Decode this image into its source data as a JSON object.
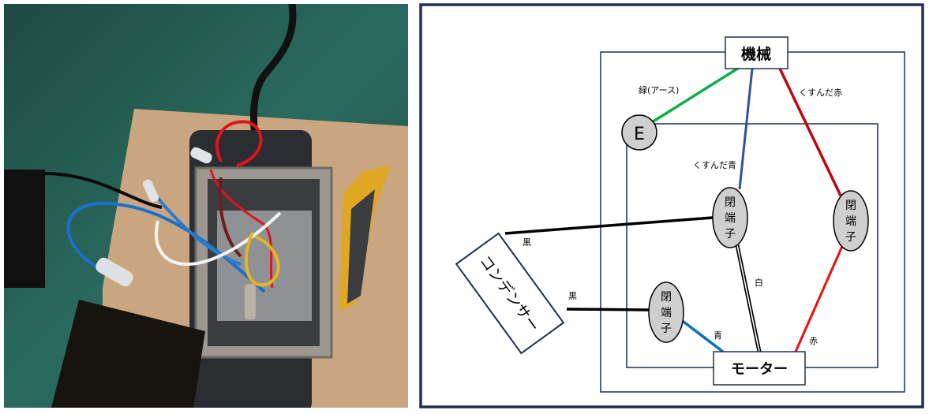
{
  "photo": {
    "description": "Opened motor terminal box with capacitor and wires (red, blue, white, brown, yellow-green, black)"
  },
  "diagram": {
    "machine_label": "機械",
    "motor_label": "モーター",
    "capacitor_label": "コンデンサー",
    "earth_label": "E",
    "terminal_label_chars": [
      "閉",
      "端",
      "子"
    ],
    "wires": {
      "green": {
        "label": "緑(アース)",
        "color": "#0fae4a"
      },
      "dull_blue": {
        "label": "くすんだ青",
        "color": "#2f529a"
      },
      "dull_red": {
        "label": "くすんだ赤",
        "color": "#c0040d"
      },
      "black_top": {
        "label": "黒",
        "color": "#000000"
      },
      "black_bottom": {
        "label": "黒",
        "color": "#000000"
      },
      "white": {
        "label": "白",
        "color": "#ffffff"
      },
      "blue": {
        "label": "青",
        "color": "#0a70c0"
      },
      "red": {
        "label": "赤",
        "color": "#f40c0c"
      }
    },
    "frame_color": "#1f3050",
    "node_fill": "#d0cfd0"
  }
}
